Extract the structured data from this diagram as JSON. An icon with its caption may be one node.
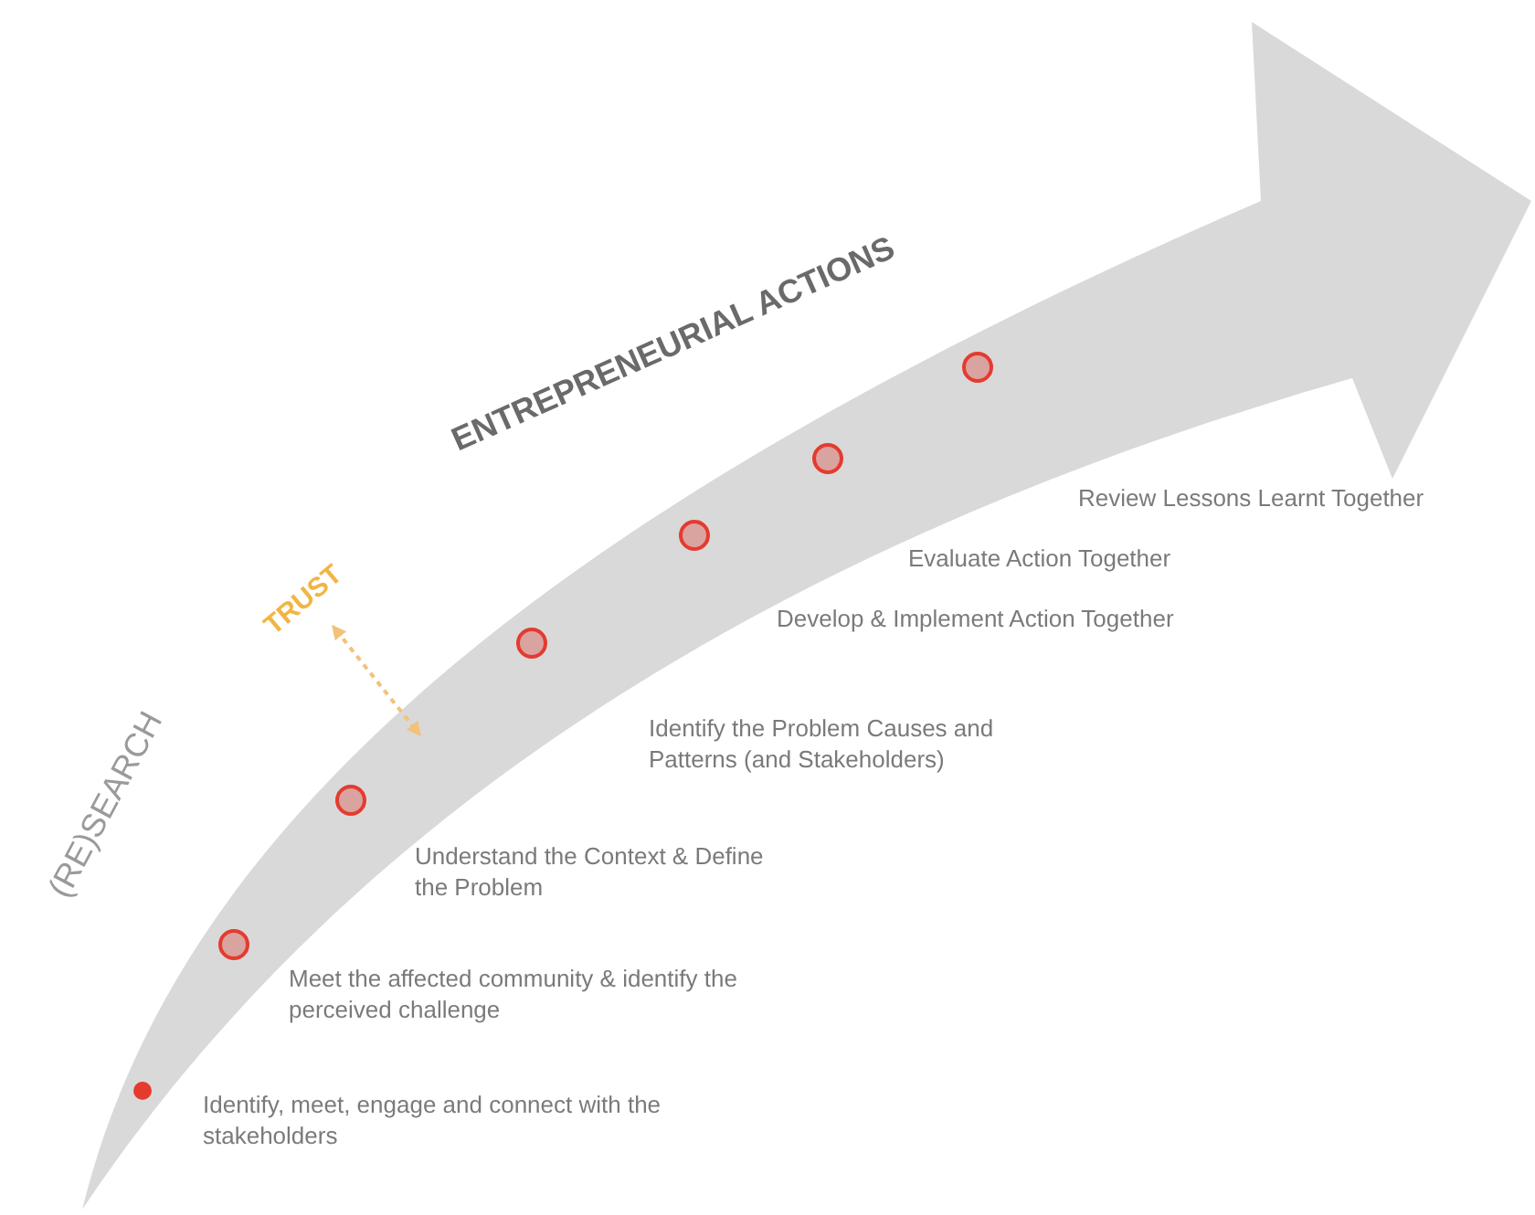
{
  "diagram": {
    "labels": [
      "ENTREPRENEURIAL ACTIONS",
      "Review Lessons Learnt Together",
      "Evaluate Action Together",
      "Develop & Implement  Action Together",
      "TRUST",
      "Identify the Problem Causes and Patterns (and Stakeholders)",
      "Understand the Context & Define the Problem",
      "(RE)SEARCH",
      "Meet the affected community & identify the perceived challenge",
      "Identify, meet, engage and connect with the stakeholders"
    ]
  }
}
